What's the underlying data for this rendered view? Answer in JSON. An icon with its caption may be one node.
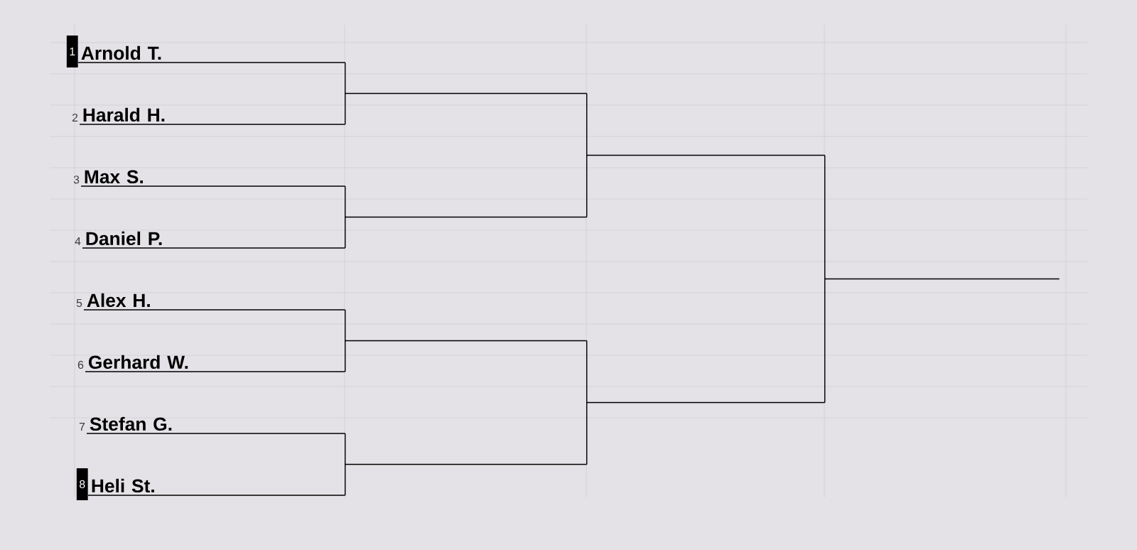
{
  "diagram": {
    "nodes": [
      {
        "text": [
          "Arnold T."
        ],
        "beside": [
          "1"
        ]
      },
      {
        "text": [
          "Harald H."
        ],
        "beside": [
          "2"
        ]
      },
      {
        "text": [
          "Max S."
        ],
        "beside": [
          "3"
        ]
      },
      {
        "text": [
          "Daniel P."
        ],
        "beside": [
          "4"
        ]
      },
      {
        "text": [
          "Alex H."
        ],
        "beside": [
          "5"
        ]
      },
      {
        "text": [
          "Gerhard W."
        ],
        "beside": [
          "6"
        ]
      },
      {
        "text": [
          "Stefan G."
        ],
        "beside": [
          "7"
        ]
      },
      {
        "text": [
          "Heli St."
        ],
        "beside": [
          "8"
        ]
      },
      {
        "text": [],
        "shape": "bar"
      },
      {
        "text": [],
        "shape": "bar"
      },
      {
        "text": [],
        "shape": "bar"
      },
      {
        "text": [],
        "shape": "bar"
      },
      {
        "text": [],
        "shape": "bar"
      },
      {
        "text": [],
        "shape": "bar"
      },
      {
        "text": [],
        "shape": "bar"
      }
    ],
    "edges": [
      {
        "from": 0,
        "to": 8,
        "arrow": "none"
      },
      {
        "from": 1,
        "to": 8,
        "arrow": "none"
      },
      {
        "from": 2,
        "to": 9,
        "arrow": "none"
      },
      {
        "from": 3,
        "to": 9,
        "arrow": "none"
      },
      {
        "from": 4,
        "to": 10,
        "arrow": "none"
      },
      {
        "from": 5,
        "to": 10,
        "arrow": "none"
      },
      {
        "from": 6,
        "to": 11,
        "arrow": "none"
      },
      {
        "from": 7,
        "to": 11,
        "arrow": "none"
      },
      {
        "from": 8,
        "to": 12,
        "arrow": "none"
      },
      {
        "from": 9,
        "to": 12,
        "arrow": "none"
      },
      {
        "from": 10,
        "to": 13,
        "arrow": "none"
      },
      {
        "from": 11,
        "to": 13,
        "arrow": "none"
      },
      {
        "from": 12,
        "to": 14,
        "arrow": "none"
      },
      {
        "from": 13,
        "to": 14,
        "arrow": "none"
      }
    ]
  }
}
